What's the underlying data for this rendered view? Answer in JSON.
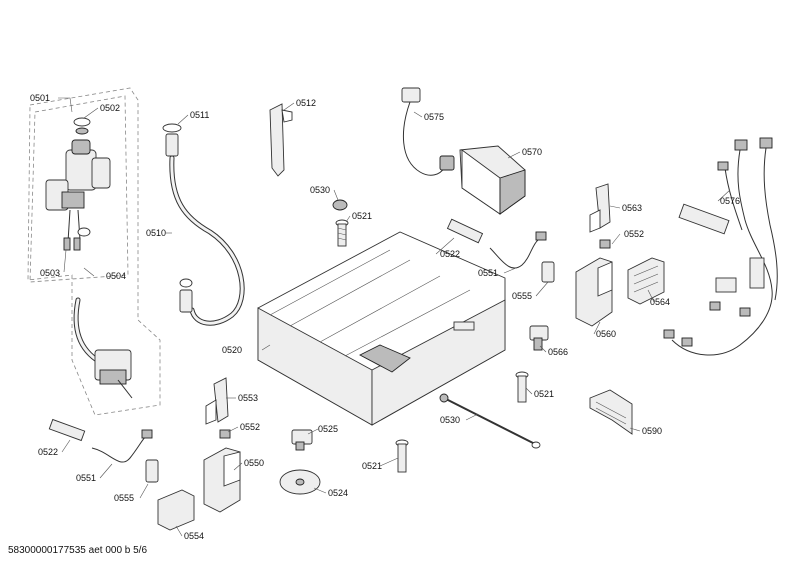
{
  "labels": {
    "p0501": "0501",
    "p0502": "0502",
    "p0503": "0503",
    "p0504": "0504",
    "p0510": "0510",
    "p0511": "0511",
    "p0512": "0512",
    "p0520": "0520",
    "p0521a": "0521",
    "p0521b": "0521",
    "p0521c": "0521",
    "p0522a": "0522",
    "p0522b": "0522",
    "p0524": "0524",
    "p0525": "0525",
    "p0530a": "0530",
    "p0530b": "0530",
    "p0550": "0550",
    "p0551a": "0551",
    "p0551b": "0551",
    "p0552a": "0552",
    "p0552b": "0552",
    "p0553": "0553",
    "p0554": "0554",
    "p0555a": "0555",
    "p0555b": "0555",
    "p0560": "0560",
    "p0563": "0563",
    "p0564": "0564",
    "p0566": "0566",
    "p0570": "0570",
    "p0575": "0575",
    "p0576": "0576",
    "p0590": "0590"
  },
  "footer": "58300000177535 aet 000 b 5/6"
}
